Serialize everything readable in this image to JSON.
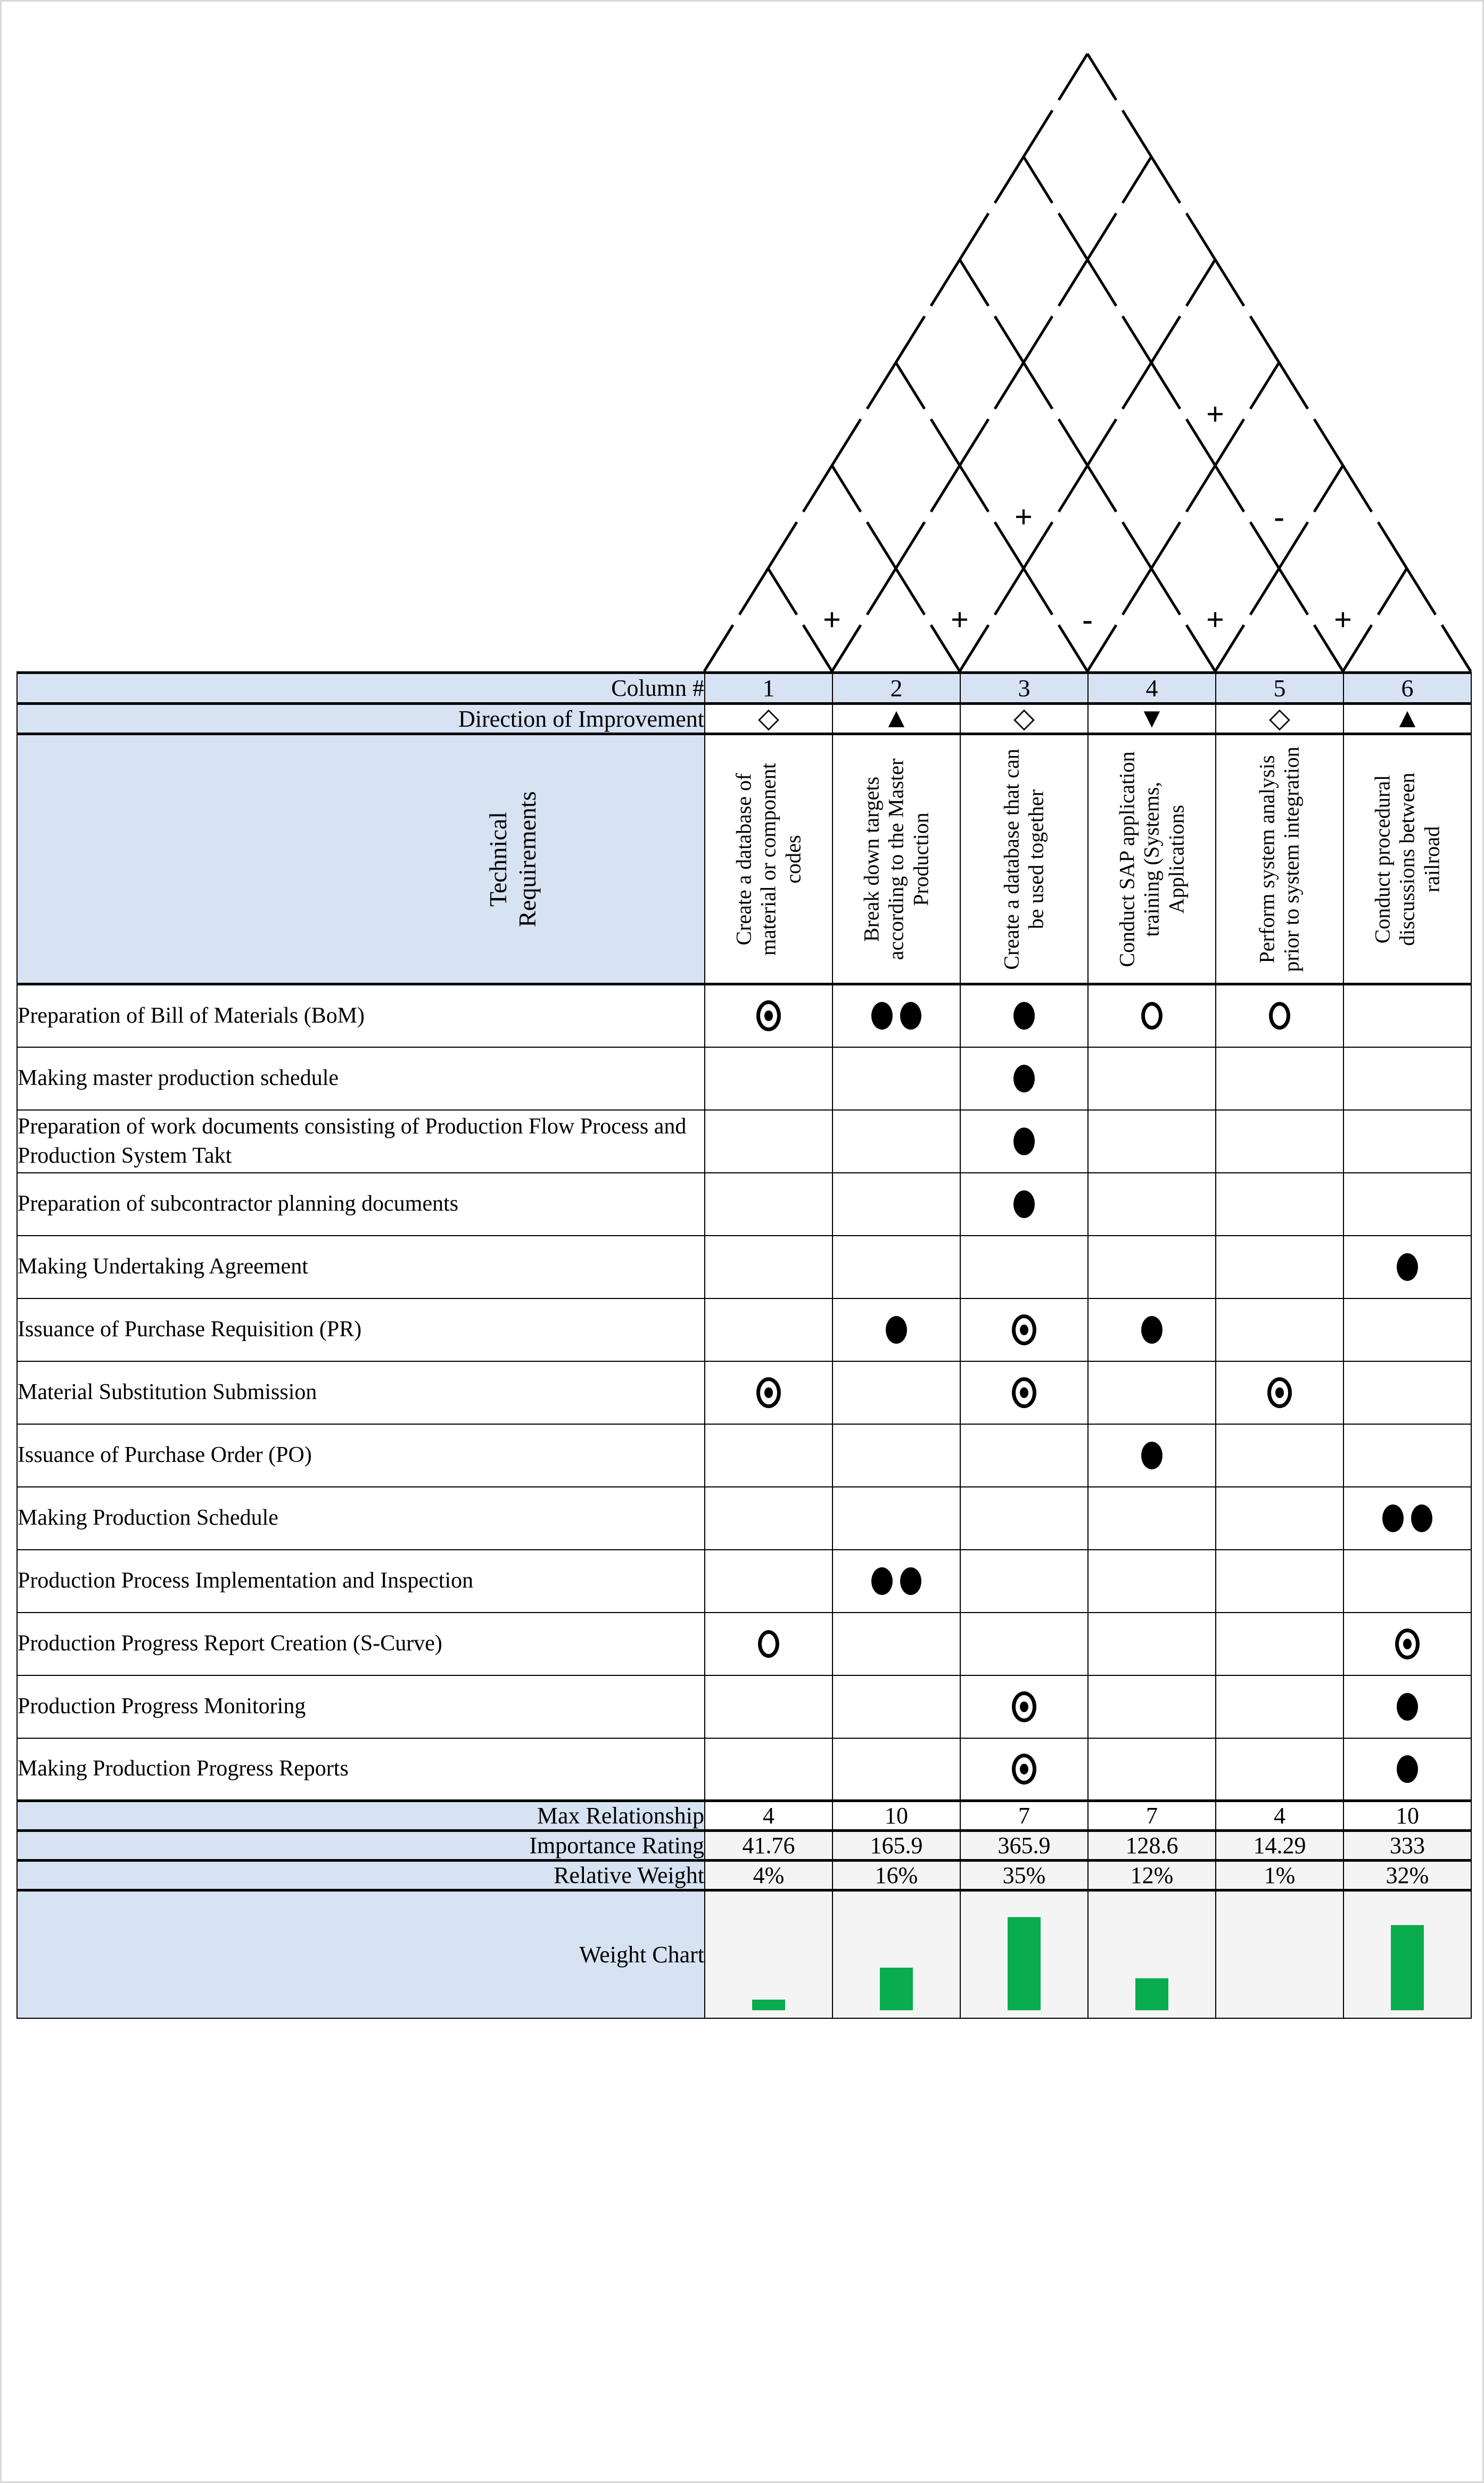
{
  "labels": {
    "column_number": "Column #",
    "direction_of_improvement": "Direction of Improvement",
    "technical_requirements": "Technical Requirements",
    "max_relationship": "Max Relationship",
    "importance_rating": "Importance Rating",
    "relative_weight": "Relative Weight",
    "weight_chart": "Weight Chart"
  },
  "colors": {
    "header_blue": "#d7e2f2",
    "summary_gray": "#f4f4f4",
    "bar_green": "#0aad4e",
    "border": "#000000"
  },
  "columns": [
    {
      "number": "1",
      "direction": "◇",
      "direction_name": "diamond",
      "title": "Create a database of material or component codes",
      "max_relationship": "4",
      "importance_rating": "41.76",
      "relative_weight": "4%",
      "bar_pct": 4
    },
    {
      "number": "2",
      "direction": "▲",
      "direction_name": "up-triangle",
      "title": "Break down targets according to the Master Production",
      "max_relationship": "10",
      "importance_rating": "165.9",
      "relative_weight": "16%",
      "bar_pct": 16
    },
    {
      "number": "3",
      "direction": "◇",
      "direction_name": "diamond",
      "title": "Create a database that can be used together",
      "max_relationship": "7",
      "importance_rating": "365.9",
      "relative_weight": "35%",
      "bar_pct": 35
    },
    {
      "number": "4",
      "direction": "▼",
      "direction_name": "down-triangle",
      "title": "Conduct SAP application training (Systems, Applications",
      "max_relationship": "7",
      "importance_rating": "128.6",
      "relative_weight": "12%",
      "bar_pct": 12
    },
    {
      "number": "5",
      "direction": "◇",
      "direction_name": "diamond",
      "title": "Perform system analysis prior to system integration",
      "max_relationship": "4",
      "importance_rating": "14.29",
      "relative_weight": "1%",
      "bar_pct": 1
    },
    {
      "number": "6",
      "direction": "▲",
      "direction_name": "up-triangle",
      "title": "Conduct procedural discussions between railroad",
      "max_relationship": "10",
      "importance_rating": "333",
      "relative_weight": "32%",
      "bar_pct": 32
    }
  ],
  "rows": [
    {
      "label": "Preparation of Bill of Materials (BoM)",
      "marks": [
        "bullseye",
        "strong,strong",
        "strong",
        "medium",
        "medium",
        ""
      ]
    },
    {
      "label": "Making master production schedule",
      "marks": [
        "",
        "",
        "strong",
        "",
        "",
        ""
      ]
    },
    {
      "label": "Preparation of work documents consisting of Production Flow Process and Production System Takt",
      "marks": [
        "",
        "",
        "strong",
        "",
        "",
        ""
      ]
    },
    {
      "label": "Preparation of subcontractor planning documents",
      "marks": [
        "",
        "",
        "strong",
        "",
        "",
        ""
      ]
    },
    {
      "label": "Making Undertaking Agreement",
      "marks": [
        "",
        "",
        "",
        "",
        "",
        "strong"
      ]
    },
    {
      "label": "Issuance of Purchase Requisition (PR)",
      "marks": [
        "",
        "strong",
        "bullseye",
        "strong",
        "",
        ""
      ]
    },
    {
      "label": "Material Substitution Submission",
      "marks": [
        "bullseye",
        "",
        "bullseye",
        "",
        "bullseye",
        ""
      ]
    },
    {
      "label": "Issuance of Purchase Order (PO)",
      "marks": [
        "",
        "",
        "",
        "strong",
        "",
        ""
      ]
    },
    {
      "label": "Making Production Schedule",
      "marks": [
        "",
        "",
        "",
        "",
        "",
        "strong,strong"
      ]
    },
    {
      "label": "Production Process Implementation and Inspection",
      "marks": [
        "",
        "strong,strong",
        "",
        "",
        "",
        ""
      ]
    },
    {
      "label": "Production Progress Report Creation (S-Curve)",
      "marks": [
        "medium",
        "",
        "",
        "",
        "",
        "bullseye"
      ]
    },
    {
      "label": "Production Progress Monitoring",
      "marks": [
        "",
        "",
        "bullseye",
        "",
        "",
        "strong"
      ]
    },
    {
      "label": "Making Production Progress Reports",
      "marks": [
        "",
        "",
        "bullseye",
        "",
        "",
        "strong"
      ]
    }
  ],
  "chart_data": {
    "type": "bar",
    "title": "Weight Chart",
    "categories": [
      "1",
      "2",
      "3",
      "4",
      "5",
      "6"
    ],
    "values": [
      4,
      16,
      35,
      12,
      1,
      32
    ],
    "xlabel": "Column #",
    "ylabel": "Relative Weight (%)",
    "ylim": [
      0,
      35
    ],
    "grid": false,
    "legend": false,
    "series": [
      {
        "name": "Importance Rating",
        "values": [
          41.76,
          165.9,
          365.9,
          128.6,
          14.29,
          333
        ]
      },
      {
        "name": "Max Relationship",
        "values": [
          4,
          10,
          7,
          7,
          4,
          10
        ]
      },
      {
        "name": "Relative Weight %",
        "values": [
          4,
          16,
          35,
          12,
          1,
          32
        ]
      }
    ]
  },
  "roof": {
    "correlations": [
      {
        "a": 1,
        "b": 2,
        "symbol": "+"
      },
      {
        "a": 2,
        "b": 3,
        "symbol": "+"
      },
      {
        "a": 3,
        "b": 4,
        "symbol": "-"
      },
      {
        "a": 4,
        "b": 5,
        "symbol": "+"
      },
      {
        "a": 5,
        "b": 6,
        "symbol": "+"
      },
      {
        "a": 2,
        "b": 4,
        "symbol": "+"
      },
      {
        "a": 4,
        "b": 6,
        "symbol": "-"
      },
      {
        "a": 3,
        "b": 6,
        "symbol": "+"
      }
    ]
  }
}
